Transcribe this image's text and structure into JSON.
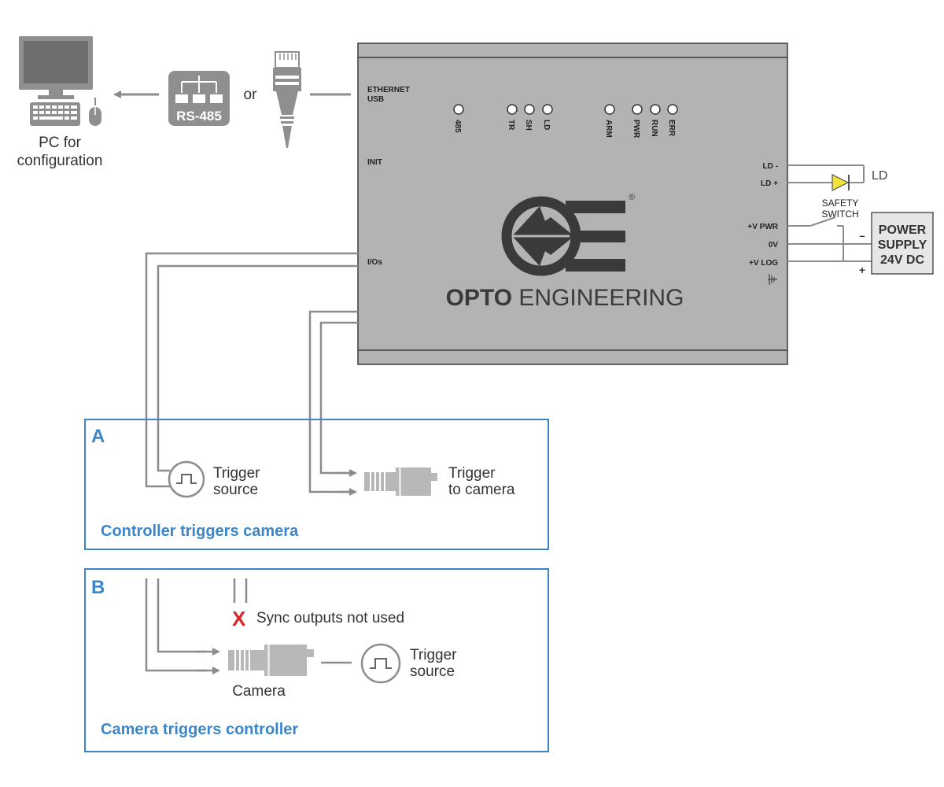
{
  "colors": {
    "wire": "#8c8c8c",
    "device_body": "#b3b3b3",
    "device_dark": "#3a3a3a",
    "accent_blue": "#3a86c8",
    "red_x": "#d8262b",
    "led_yellow": "#f2e23a",
    "supply_fill": "#e6e6e6"
  },
  "pc": {
    "label_line1": "PC for",
    "label_line2": "configuration"
  },
  "rs485": {
    "label": "RS-485"
  },
  "or_text": "or",
  "device": {
    "port_ethernet": "ETHERNET",
    "port_usb": "USB",
    "port_init": "INIT",
    "port_ios": "I/Os",
    "leds": [
      "485",
      "TR",
      "SH",
      "LD",
      "ARM",
      "PWR",
      "RUN",
      "ERR"
    ],
    "right_terminals": [
      "LD -",
      "LD +",
      "+V PWR",
      "0V",
      "+V LOG"
    ],
    "brand_bold": "OPTO",
    "brand_light": " ENGINEERING",
    "registered": "®"
  },
  "ld_label": "LD",
  "safety_switch": {
    "line1": "SAFETY",
    "line2": "SWITCH"
  },
  "power_supply": {
    "line1": "POWER",
    "line2": "SUPPLY",
    "line3": "24V DC",
    "minus": "–",
    "plus": "+"
  },
  "panel_a": {
    "letter": "A",
    "trigger_source_line1": "Trigger",
    "trigger_source_line2": "source",
    "trigger_camera_line1": "Trigger",
    "trigger_camera_line2": "to camera",
    "caption": "Controller triggers camera"
  },
  "panel_b": {
    "letter": "B",
    "x_mark": "X",
    "sync_note": "Sync outputs not used",
    "camera_label": "Camera",
    "trigger_source_line1": "Trigger",
    "trigger_source_line2": "source",
    "caption": "Camera triggers controller"
  }
}
